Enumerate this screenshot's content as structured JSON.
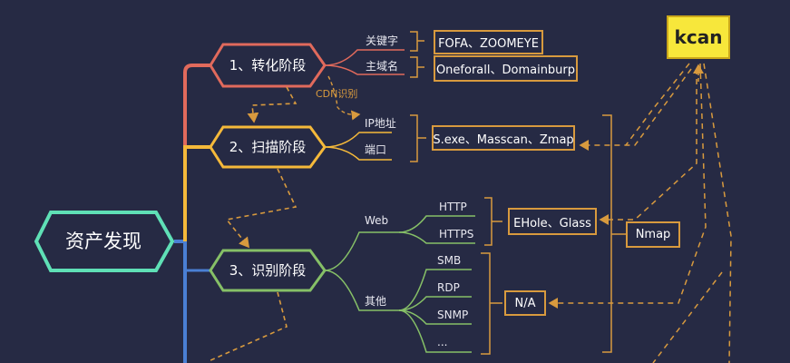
{
  "root": {
    "label": "资产发现"
  },
  "stages": [
    {
      "label": "1、转化阶段",
      "color": "#e16a5c",
      "children": [
        "关键字",
        "主域名"
      ]
    },
    {
      "label": "2、扫描阶段",
      "color": "#f5b93a",
      "children": [
        "IP地址",
        "端口"
      ]
    },
    {
      "label": "3、识别阶段",
      "color": "#86c067",
      "children": [
        "Web",
        "其他"
      ]
    }
  ],
  "web_protocols": [
    "HTTP",
    "HTTPS"
  ],
  "other_protocols": [
    "SMB",
    "RDP",
    "SNMP",
    "..."
  ],
  "cdn_note": "CDN识别",
  "tools": {
    "keyword": "FOFA、ZOOMEYE",
    "domain": "Oneforall、Domainburp",
    "scan": "S.exe、Masscan、Zmap",
    "web": "EHole、Glass",
    "other": "N/A",
    "nmap": "Nmap",
    "kcan": "kcan"
  },
  "colors": {
    "background": "#262a44",
    "root_border": "#5fe0b6",
    "trunk_blue": "#4a7fd4",
    "tool_border": "#d89a3e",
    "kcan_fill": "#f7e73b"
  }
}
